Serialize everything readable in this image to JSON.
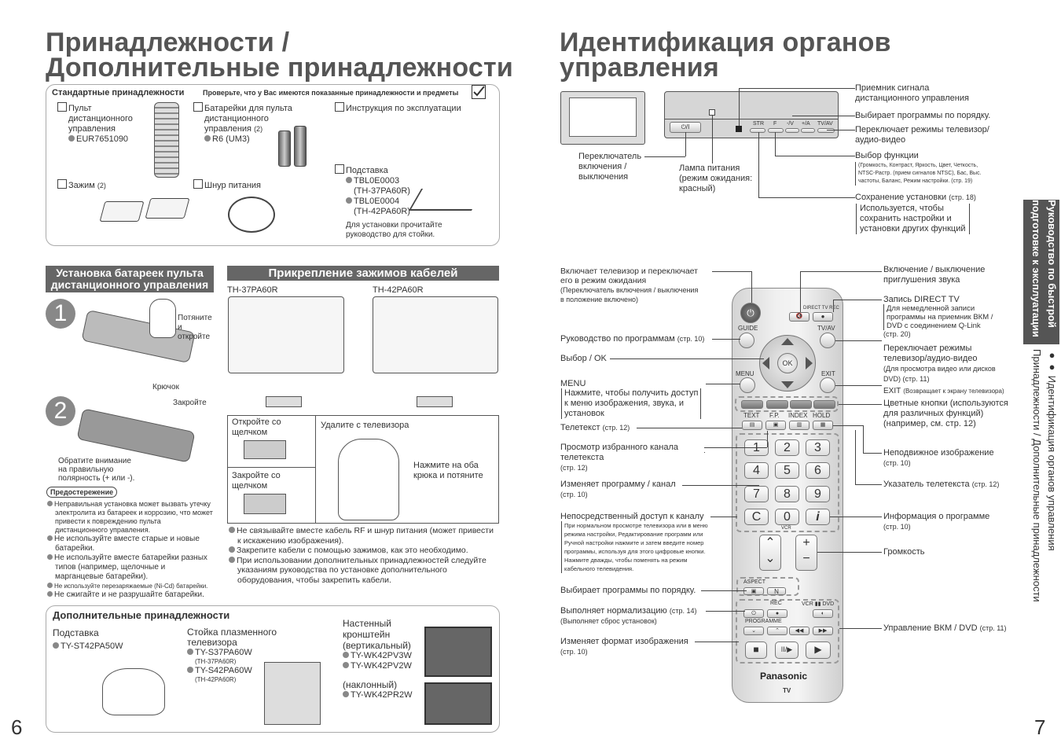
{
  "left": {
    "title_line1": "Принадлежности /",
    "title_line2": "Дополнительные принадлежности",
    "std": {
      "header": "Стандартные принадлежности",
      "check_note": "Проверьте, что у Вас имеются показанные принадлежности и предметы",
      "remote_l1": "Пульт",
      "remote_l2": "дистанционного",
      "remote_l3": "управления",
      "remote_model": "EUR7651090",
      "batt_l1": "Батарейки для пульта",
      "batt_l2": "дистанционного",
      "batt_l3": "управления",
      "batt_qty": "(2)",
      "batt_type": "R6 (UM3)",
      "manual": "Инструкция по эксплуатации",
      "clamp": "Зажим",
      "clamp_qty": "(2)",
      "cord": "Шнур питания",
      "stand": "Подставка",
      "stand_m1": "TBL0E0003",
      "stand_m1_tv": "(TH-37PA60R)",
      "stand_m2": "TBL0E0004",
      "stand_m2_tv": "(TH-42PA60R)",
      "stand_note_l1": "Для установки прочитайте",
      "stand_note_l2": "руководство для стойки."
    },
    "battery": {
      "header_l1": "Установка батареек пульта",
      "header_l2": "дистанционного управления",
      "step1": "1",
      "step2": "2",
      "pull_l1": "Потяните",
      "pull_l2": "и",
      "pull_l3": "откройте",
      "hook": "Крючок",
      "close": "Закройте",
      "polarity_l1": "Обратите внимание",
      "polarity_l2": "на правильную",
      "polarity_l3": "полярность (+ или -).",
      "caution": "Предостережение",
      "c1": "Неправильная установка может вызвать утечку электролита из батареек и коррозию, что может привести к повреждению пульта дистанционного управления.",
      "c2": "Не используйте вместе старые и новые батарейки.",
      "c3": "Не используйте вместе батарейки разных типов (например, щелочные и марганцевые батарейки).",
      "c4": "Не используйте перезаряжаемые (Ni-Cd) батарейки.",
      "c5": "Не сжигайте и не разрушайте батарейки."
    },
    "cable": {
      "header": "Прикрепление зажимов кабелей",
      "tv1": "TH-37PA60R",
      "tv2": "TH-42PA60R",
      "open_l1": "Откройте со",
      "open_l2": "щелчком",
      "close_l1": "Закройте со",
      "close_l2": "щелчком",
      "remove": "Удалите с телевизора",
      "press_l1": "Нажмите на оба",
      "press_l2": "крюка и потяните",
      "b1": "Не связывайте вместе кабель RF и шнур питания (может привести к искажению изображения).",
      "b2": "Закрепите кабели с помощью зажимов, как это необходимо.",
      "b3": "При использовании дополнительных принадлежностей следуйте указаниям руководства по установке дополнительного оборудования, чтобы закрепить кабели."
    },
    "optional": {
      "header": "Дополнительные принадлежности",
      "stand": "Подставка",
      "stand_model": "TY-ST42PA50W",
      "pstand_l1": "Стойка плазменного",
      "pstand_l2": "телевизора",
      "pstand_m1": "TY-S37PA60W",
      "pstand_m1_tv": "(TH-37PA60R)",
      "pstand_m2": "TY-S42PA60W",
      "pstand_m2_tv": "(TH-42PA60R)",
      "wall_l1": "Настенный",
      "wall_l2": "кронштейн",
      "wall_l3": "(вертикальный)",
      "wall_m1": "TY-WK42PV3W",
      "wall_m2": "TY-WK42PV2W",
      "tilt": "(наклонный)",
      "tilt_m": "TY-WK42PR2W"
    },
    "page": "6"
  },
  "right": {
    "title_line1": "Идентификация органов",
    "title_line2": "управления",
    "tv_buttons": {
      "str": "STR",
      "f": "F",
      "minus_v": "-/V",
      "plus_a": "+/A",
      "tvav": "TV/AV"
    },
    "labels": {
      "receiver_l1": "Приемник сигнала",
      "receiver_l2": "дистанционного управления",
      "prog_order": "Выбирает программы по порядку.",
      "tvav_l1": "Переключает режимы телевизор/",
      "tvav_l2": "аудио-видео",
      "func": "Выбор функции",
      "func_d1": "(Громкость, Контраст, Яркость, Цвет, Четкость,",
      "func_d2": "NTSC-Растр. (прием сигналов NTSC), Бас, Выс.",
      "func_d3": "частоты, Баланс, Режим настройки. (стр. 19)",
      "save": "Сохранение установки",
      "save_ref": "(стр. 18)",
      "save_d1": "Используется, чтобы",
      "save_d2": "сохранить настройки и",
      "save_d3": "установки других функций",
      "power_sw_l1": "Переключатель",
      "power_sw_l2": "включения /",
      "power_sw_l3": "выключения",
      "lamp_l1": "Лампа питания",
      "lamp_l2": "(режим ожидания:",
      "lamp_l3": "красный)"
    },
    "remote_labels_left": {
      "standby_l1": "Включает телевизор и переключает",
      "standby_l2": "его в режим ожидания",
      "standby_l3": "(Переключатель включения / выключения",
      "standby_l4": "в положение включено)",
      "guide": "Руководство по программам",
      "guide_ref": "(стр. 10)",
      "ok": "Выбор / OK",
      "menu": "MENU",
      "menu_d1": "Нажмите, чтобы получить доступ",
      "menu_d2": "к меню изображения, звука, и",
      "menu_d3": "установок",
      "teletext": "Телетекст",
      "teletext_ref": "(стр. 12)",
      "fav_l1": "Просмотр избранного канала",
      "fav_l2": "телетекста",
      "fav_ref": "(стр. 12)",
      "chg_prog": "Изменяет программу / канал",
      "chg_ref": "(стр. 10)",
      "direct": "Непосредственный доступ к каналу",
      "direct_d1": "При нормальном просмотре телевизора или в меню",
      "direct_d2": "режима настройки, Редактирование программ или",
      "direct_d3": "Ручной настройки нажмите и затем введите номер",
      "direct_d4": "программы, используя для этого цифровые кнопки.",
      "direct_d5": "Нажмите дважды, чтобы поменять на режим",
      "direct_d6": "кабельного телевидения.",
      "seq": "Выбирает программы по порядку.",
      "norm": "Выполняет нормализацию",
      "norm_ref": "(стр. 14)",
      "norm_d": "(Выполняет сброс установок)",
      "aspect": "Изменяет формат изображения",
      "aspect_ref": "(стр. 10)"
    },
    "remote_labels_right": {
      "mute_l1": "Включение / выключение",
      "mute_l2": "приглушения звука",
      "direct_tv": "Запись DIRECT TV",
      "direct_tv_d1": "Для немедленной записи",
      "direct_tv_d2": "программы на приемник ВКМ /",
      "direct_tv_d3": "DVD с соединением Q-Link",
      "direct_tv_ref": "(стр. 20)",
      "tvav_l1": "Переключает режимы",
      "tvav_l2": "телевизор/аудио-видео",
      "tvav_d1": "(Для просмотра видео или дисков",
      "tvav_d2": "DVD) (стр. 11)",
      "exit": "EXIT",
      "exit_d": "(Возвращает к экрану телевизора)",
      "color_l1": "Цветные кнопки (используются",
      "color_l2": "для различных функций)",
      "color_l3": "(например, см. стр. 12)",
      "hold": "Неподвижное изображение",
      "hold_ref": "(стр. 10)",
      "index": "Указатель телетекста",
      "index_ref": "(стр. 12)",
      "info": "Информация о программе",
      "info_ref": "(стр. 10)",
      "volume": "Громкость",
      "vcr": "Управление ВКМ / DVD",
      "vcr_ref": "(стр. 11)"
    },
    "remote": {
      "direct_tv_rec": "DIRECT TV REC",
      "guide": "GUIDE",
      "tvav": "TV/AV",
      "menu": "MENU",
      "exit": "EXIT",
      "ok": "OK",
      "text": "TEXT",
      "fp": "F.P.",
      "index": "INDEX",
      "hold": "HOLD",
      "digits": [
        "1",
        "2",
        "3",
        "4",
        "5",
        "6",
        "7",
        "8",
        "9"
      ],
      "c": "C",
      "zero": "0",
      "vcr": "VCR",
      "info": "i",
      "aspect": "ASPECT",
      "n": "N",
      "rec": "REC",
      "vcr_dvd": "VCR ▮▮ DVD",
      "programme": "PROGRAMME",
      "brand": "Panasonic",
      "tv": "TV"
    },
    "side_tab_l1": "Руководство по быстрой",
    "side_tab_l2": "подготовке к эксплуатации",
    "side_line1": "●● Идентификация органов управления",
    "side_line2": "Принадлежности / Дополнительные принадлежности",
    "page": "7"
  }
}
